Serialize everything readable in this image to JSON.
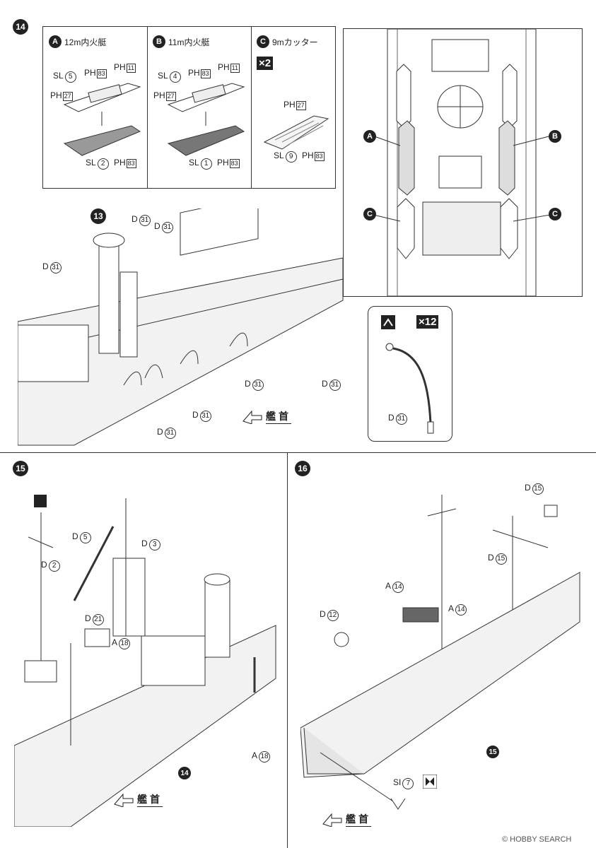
{
  "steps": {
    "s14": "14",
    "s15": "15",
    "s16": "16",
    "s13": "13"
  },
  "sub_boats": [
    {
      "key": "A",
      "title": "12m内火艇",
      "parts": {
        "sl_top": "SL",
        "sl_top_n": "5",
        "ph_top": "PH",
        "ph_top_n": "83",
        "ph_right": "PH",
        "ph_right_n": "11",
        "ph_left": "PH",
        "ph_left_n": "27",
        "sl_bot": "SL",
        "sl_bot_n": "2",
        "ph_bot": "PH",
        "ph_bot_n": "83"
      }
    },
    {
      "key": "B",
      "title": "11m内火艇",
      "parts": {
        "sl_top": "SL",
        "sl_top_n": "4",
        "ph_top": "PH",
        "ph_top_n": "83",
        "ph_right": "PH",
        "ph_right_n": "11",
        "ph_left": "PH",
        "ph_left_n": "27",
        "sl_bot": "SL",
        "sl_bot_n": "1",
        "ph_bot": "PH",
        "ph_bot_n": "83"
      }
    },
    {
      "key": "C",
      "title": "9mカッター",
      "mult": "×2",
      "parts": {
        "ph_top": "PH",
        "ph_top_n": "27",
        "sl_bot": "SL",
        "sl_bot_n": "9",
        "ph_bot": "PH",
        "ph_bot_n": "83"
      }
    }
  ],
  "plan_labels": {
    "a": "A",
    "b": "B",
    "c_left": "C",
    "c_right": "C"
  },
  "step14_labels": {
    "d31_a": "D",
    "n31_a": "31",
    "d31_b": "D",
    "n31_b": "31",
    "d31_c": "D",
    "n31_c": "31",
    "d31_d": "D",
    "n31_d": "31",
    "d31_e": "D",
    "n31_e": "31",
    "d31_f": "D",
    "n31_f": "31",
    "d31_g": "D",
    "n31_g": "31",
    "bow": "艦首"
  },
  "detail_box": {
    "mult": "×12",
    "part": "D",
    "num": "31"
  },
  "step15_labels": {
    "d2": "D",
    "n2": "2",
    "d5": "D",
    "n5": "5",
    "d3": "D",
    "n3": "3",
    "d21": "D",
    "n21": "21",
    "a18": "A",
    "n18": "18",
    "a18b": "A",
    "n18b": "18",
    "ref14": "14",
    "bow": "艦首"
  },
  "step16_labels": {
    "d15": "D",
    "n15": "15",
    "d15b": "D",
    "n15b": "15",
    "a14": "A",
    "n14": "14",
    "a14b": "A",
    "n14b": "14",
    "d12": "D",
    "n12": "12",
    "si7": "SI",
    "n7": "7",
    "ref15": "15",
    "bow": "艦首"
  },
  "footer": {
    "logo": "© HOBBY SEARCH"
  }
}
